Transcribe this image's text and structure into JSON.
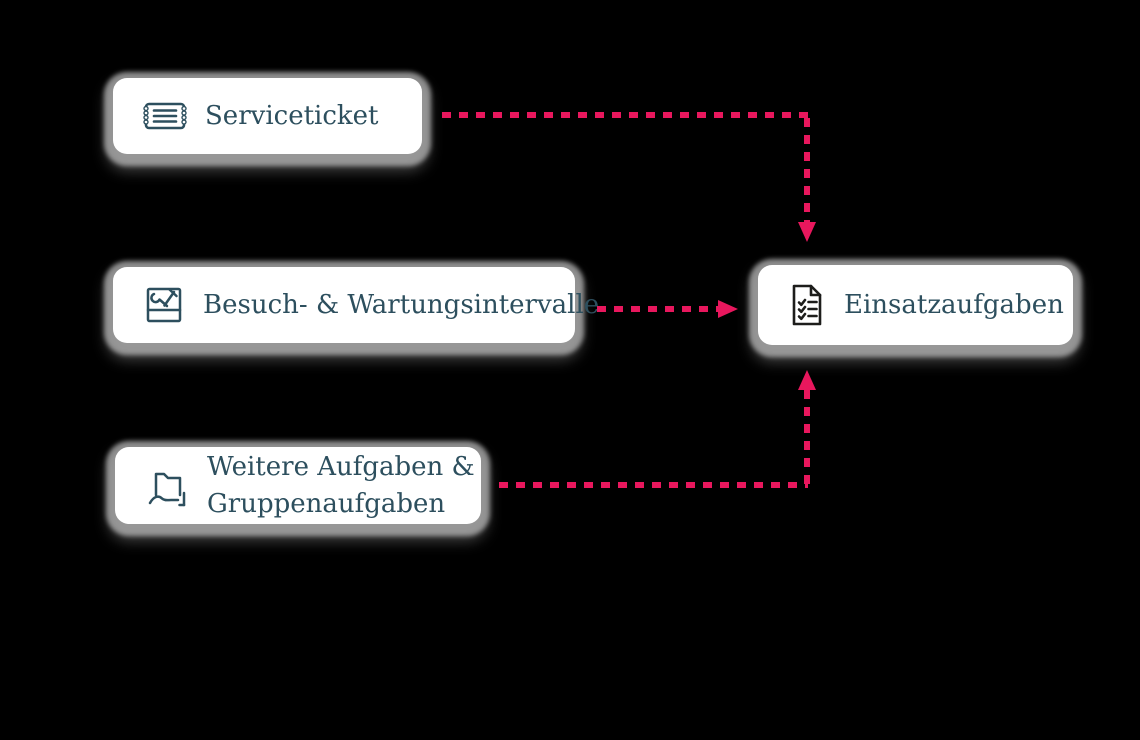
{
  "colors": {
    "canvas_bg": "#000000",
    "node_bg": "#ffffff",
    "node_text": "#2d4f5e",
    "accent": "#e8175d",
    "einsatz_icon": "#1d1d1b",
    "shadow_gray": "#acacac"
  },
  "diagram": {
    "nodes": {
      "serviceticket": {
        "label": "Serviceticket",
        "icon": "ticket-icon"
      },
      "intervalle": {
        "label": "Besuch- & Wartungsintervalle",
        "icon": "toolbox-icon"
      },
      "weitere": {
        "label_lines": [
          "Weitere Aufgaben &",
          "Gruppenaufgaben"
        ],
        "icon": "folder-hand-icon"
      },
      "einsatzaufgaben": {
        "label": "Einsatzaufgaben",
        "icon": "checklist-document-icon"
      }
    },
    "edges": [
      {
        "from": "serviceticket",
        "to": "einsatzaufgaben",
        "line_style": "dashed",
        "arrow_direction": "down"
      },
      {
        "from": "intervalle",
        "to": "einsatzaufgaben",
        "line_style": "dashed",
        "arrow_direction": "right"
      },
      {
        "from": "weitere",
        "to": "einsatzaufgaben",
        "line_style": "dashed",
        "arrow_direction": "up"
      }
    ]
  }
}
